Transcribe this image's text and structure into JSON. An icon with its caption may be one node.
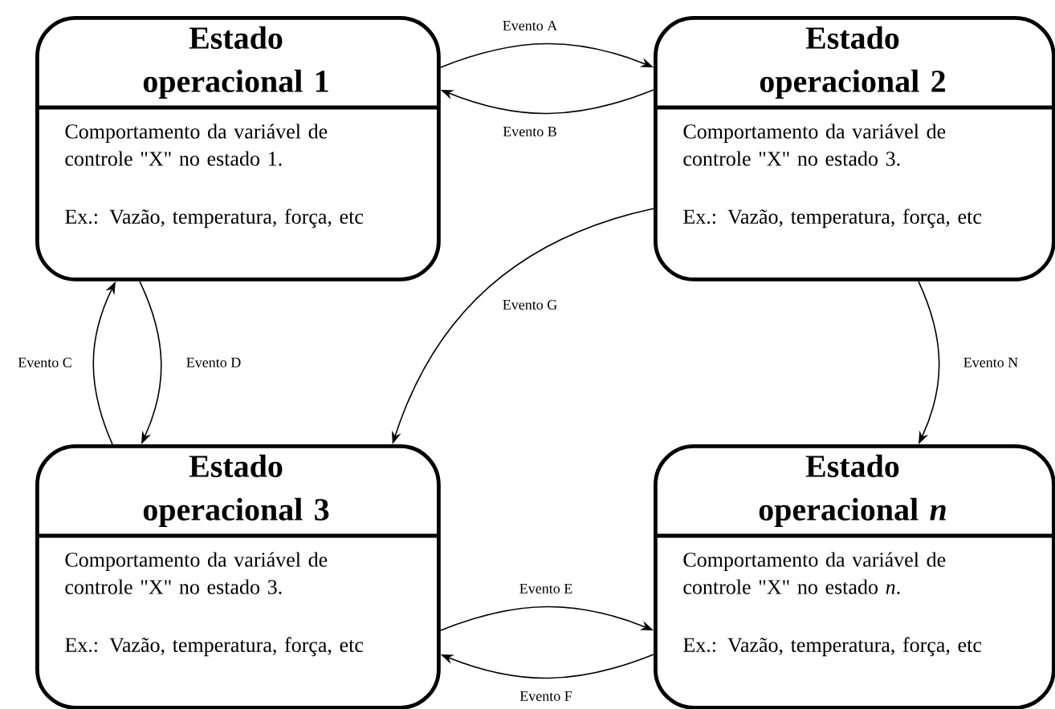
{
  "diagram": {
    "nodes": [
      {
        "text": [
          "Estado operacional 1",
          "Comportamento da variável de controle \"X\" no estado 1.",
          "Ex.: Vazão, temperatura, força, etc"
        ]
      },
      {
        "text": [
          "Estado operacional 2",
          "Comportamento da variável de controle \"X\" no estado 3.",
          "Ex.: Vazão, temperatura, força, etc"
        ]
      },
      {
        "text": [
          "Estado operacional 3",
          "Comportamento da variável de controle \"X\" no estado 3.",
          "Ex.: Vazão, temperatura, força, etc"
        ]
      },
      {
        "text": [
          "Estado operacional *n*",
          "Comportamento da variável de controle \"X\" no estado *n*.",
          "Ex.: Vazão, temperatura, força, etc"
        ]
      }
    ],
    "edges": [
      {
        "from": 0,
        "to": 1,
        "arrow": "to",
        "label": "Evento A"
      },
      {
        "from": 1,
        "to": 0,
        "arrow": "to",
        "label": "Evento B"
      },
      {
        "from": 2,
        "to": 0,
        "arrow": "to",
        "label": "Evento C"
      },
      {
        "from": 0,
        "to": 2,
        "arrow": "to",
        "label": "Evento D"
      },
      {
        "from": 1,
        "to": 2,
        "arrow": "to",
        "label": "Evento G"
      },
      {
        "from": 1,
        "to": 3,
        "arrow": "to",
        "label": "Evento N"
      },
      {
        "from": 2,
        "to": 3,
        "arrow": "to",
        "label": "Evento E"
      },
      {
        "from": 3,
        "to": 2,
        "arrow": "to",
        "label": "Evento F"
      }
    ]
  }
}
